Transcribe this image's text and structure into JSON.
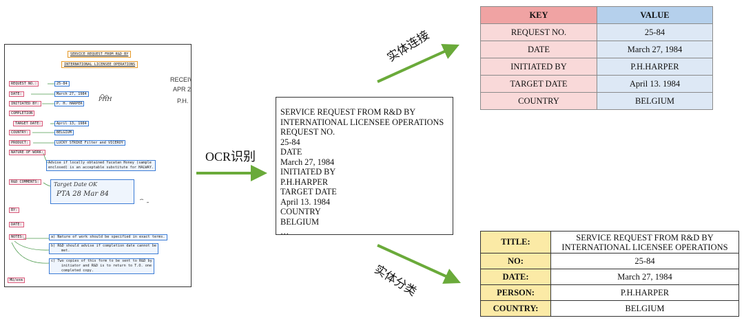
{
  "document": {
    "title_line1": "SERVICE REQUEST FROM R&D BY",
    "title_line2": "INTERNATIONAL LICENSEE OPERATIONS",
    "stamp_line1": "RECEIV",
    "stamp_line2": "APR  2",
    "stamp_line3": "P.H.",
    "fields": [
      {
        "label": "REQUEST NO.:",
        "value": "25-84"
      },
      {
        "label": "DATE:",
        "value": "March 27, 1984"
      },
      {
        "label": "INITIATED BY:",
        "value": "P. H. HARPER"
      },
      {
        "label": "COMPLETION",
        "value": ""
      },
      {
        "label": "TARGET DATE:",
        "value": "April 13, 1984"
      },
      {
        "label": "COUNTRY:",
        "value": "BELGIUM"
      },
      {
        "label": "PRODUCT:",
        "value": "LUCKY STRIKE Filter and VICEROY"
      },
      {
        "label": "NATURE OF WORK:",
        "value": ""
      },
      {
        "label": "R&D COMMENTS:",
        "value": ""
      },
      {
        "label": "BY:",
        "value": ""
      },
      {
        "label": "DATE:",
        "value": ""
      },
      {
        "label": "NOTES:",
        "value": ""
      }
    ],
    "nature_line1": "Advise if locally obtained Yucatan Honey (sample",
    "nature_line2": "enclosed) is an acceptable substitute for HALWAY.",
    "signature": "PHH",
    "handwriting_line1": "Target Date OK",
    "handwriting_line2": "PTA     28 Mar 84",
    "notes": [
      [
        "a)  Nature of work should be specified in exact terms."
      ],
      [
        "b)  R&D should advise if completion date cannot be",
        "met."
      ],
      [
        "c)  Two copies of this form to be sent to R&D by",
        "initiator and R&D is to return to T.O. one",
        "completed copy."
      ]
    ],
    "footer": "MU/enm"
  },
  "arrows": {
    "ocr_label": "OCR识别",
    "link_label": "实体连接",
    "classify_label": "实体分类"
  },
  "ocr_text": [
    "SERVICE REQUEST FROM R&D BY",
    "INTERNATIONAL LICENSEE OPERATIONS",
    "REQUEST NO.",
    "25-84",
    "DATE",
    "March 27, 1984",
    "INITIATED BY",
    "P.H.HARPER",
    "TARGET DATE",
    "April 13. 1984",
    "COUNTRY",
    "BELGIUM",
    "…"
  ],
  "kv_table": {
    "headers": {
      "key": "KEY",
      "value": "VALUE"
    },
    "rows": [
      {
        "key": "REQUEST NO.",
        "value": "25-84"
      },
      {
        "key": "DATE",
        "value": "March 27, 1984"
      },
      {
        "key": "INITIATED BY",
        "value": "P.H.HARPER"
      },
      {
        "key": "TARGET DATE",
        "value": "April 13. 1984"
      },
      {
        "key": "COUNTRY",
        "value": "BELGIUM"
      }
    ]
  },
  "entity_table": {
    "title_key": "TITLE:",
    "title_line1": "SERVICE REQUEST FROM R&D BY",
    "title_line2": "INTERNATIONAL LICENSEE OPERATIONS",
    "rows": [
      {
        "key": "NO:",
        "value": "25-84"
      },
      {
        "key": "DATE:",
        "value": "March 27, 1984"
      },
      {
        "key": "PERSON:",
        "value": "P.H.HARPER"
      },
      {
        "key": "COUNTRY:",
        "value": "BELGIUM"
      }
    ]
  },
  "colors": {
    "arrow_green": "#6aaa3a",
    "key_header": "#f0a3a3",
    "key_cell": "#f9d9d9",
    "value_header": "#b5d0ec",
    "value_cell": "#dde8f5",
    "entity_key": "#fbeaa6",
    "label_box": "#d85a7a",
    "value_box": "#3a7bd5",
    "title_box": "#e69a2a"
  }
}
